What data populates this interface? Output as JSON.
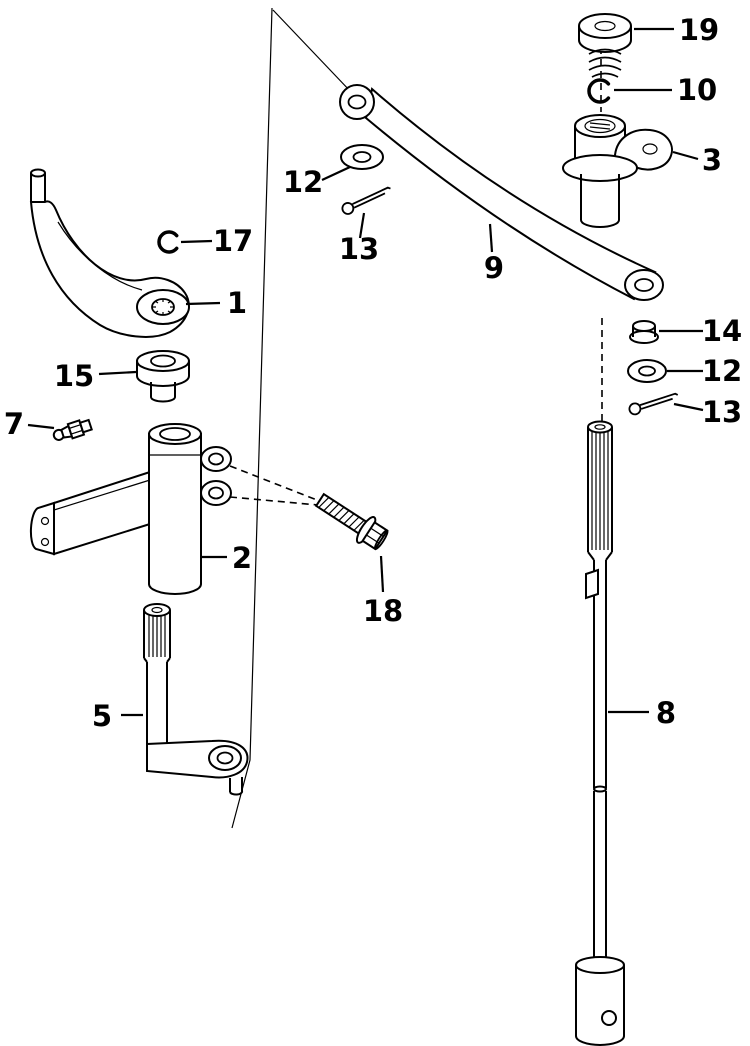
{
  "diagram": {
    "type": "exploded-parts-diagram",
    "colors": {
      "background": "#ffffff",
      "line": "#000000"
    },
    "callouts": [
      {
        "id": "19",
        "label": "19",
        "part": "plug-cap"
      },
      {
        "id": "10",
        "label": "10",
        "part": "snap-ring"
      },
      {
        "id": "3",
        "label": "3",
        "part": "bushing-mount"
      },
      {
        "id": "12a",
        "label": "12",
        "part": "washer-upper"
      },
      {
        "id": "13a",
        "label": "13",
        "part": "cotter-pin-upper"
      },
      {
        "id": "9",
        "label": "9",
        "part": "shift-lever-arm"
      },
      {
        "id": "17",
        "label": "17",
        "part": "c-clip"
      },
      {
        "id": "1",
        "label": "1",
        "part": "lever"
      },
      {
        "id": "14",
        "label": "14",
        "part": "cap"
      },
      {
        "id": "12b",
        "label": "12",
        "part": "washer-lower"
      },
      {
        "id": "13b",
        "label": "13",
        "part": "cotter-pin-lower"
      },
      {
        "id": "15",
        "label": "15",
        "part": "bushing"
      },
      {
        "id": "7",
        "label": "7",
        "part": "grease-fitting"
      },
      {
        "id": "2",
        "label": "2",
        "part": "bracket-body"
      },
      {
        "id": "18",
        "label": "18",
        "part": "flange-bolt"
      },
      {
        "id": "5",
        "label": "5",
        "part": "splined-shaft"
      },
      {
        "id": "8",
        "label": "8",
        "part": "shift-rod"
      }
    ]
  }
}
